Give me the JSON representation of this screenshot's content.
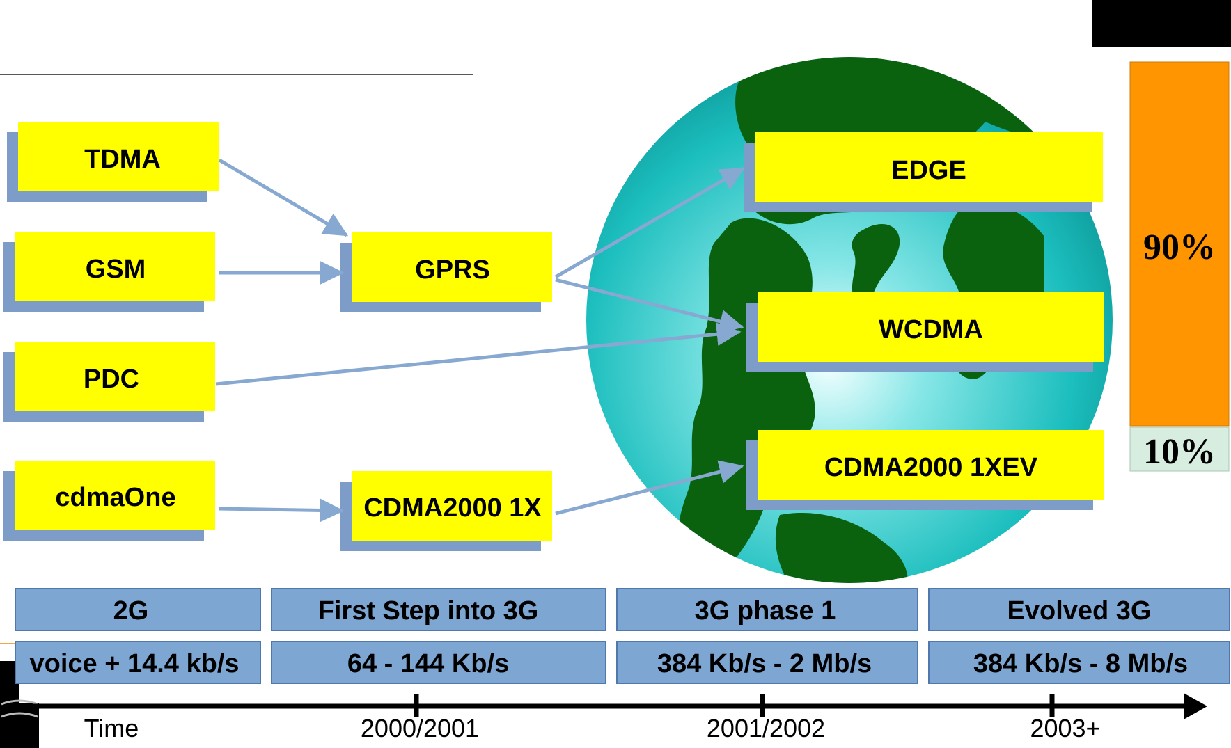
{
  "technologies": {
    "tdma": "TDMA",
    "gsm": "GSM",
    "pdc": "PDC",
    "cdmaone": "cdmaOne",
    "gprs": "GPRS",
    "cdma2000_1x": "CDMA2000 1X",
    "edge": "EDGE",
    "wcdma": "WCDMA",
    "cdma2000_1xev": "CDMA2000 1XEV"
  },
  "market_share": {
    "upper": "90%",
    "lower": "10%",
    "upper_color": "#FF9500",
    "lower_color": "#D7EDDF"
  },
  "eras": [
    {
      "name": "2G",
      "speed": "voice + 14.4 kb/s"
    },
    {
      "name": "First Step into 3G",
      "speed": "64 - 144 Kb/s"
    },
    {
      "name": "3G phase 1",
      "speed": "384 Kb/s - 2 Mb/s"
    },
    {
      "name": "Evolved 3G",
      "speed": "384 Kb/s - 8 Mb/s"
    }
  ],
  "timeline": {
    "start_label": "Time",
    "ticks": [
      "2000/2001",
      "2001/2002",
      "2003+"
    ]
  },
  "colors": {
    "box_fill": "#FFFF00",
    "box_shadow": "#7E9CC8",
    "arrow": "#87A8D0",
    "era_fill": "#7EA6D2",
    "ocean": "#12B8B8",
    "land": "#0A620F"
  }
}
